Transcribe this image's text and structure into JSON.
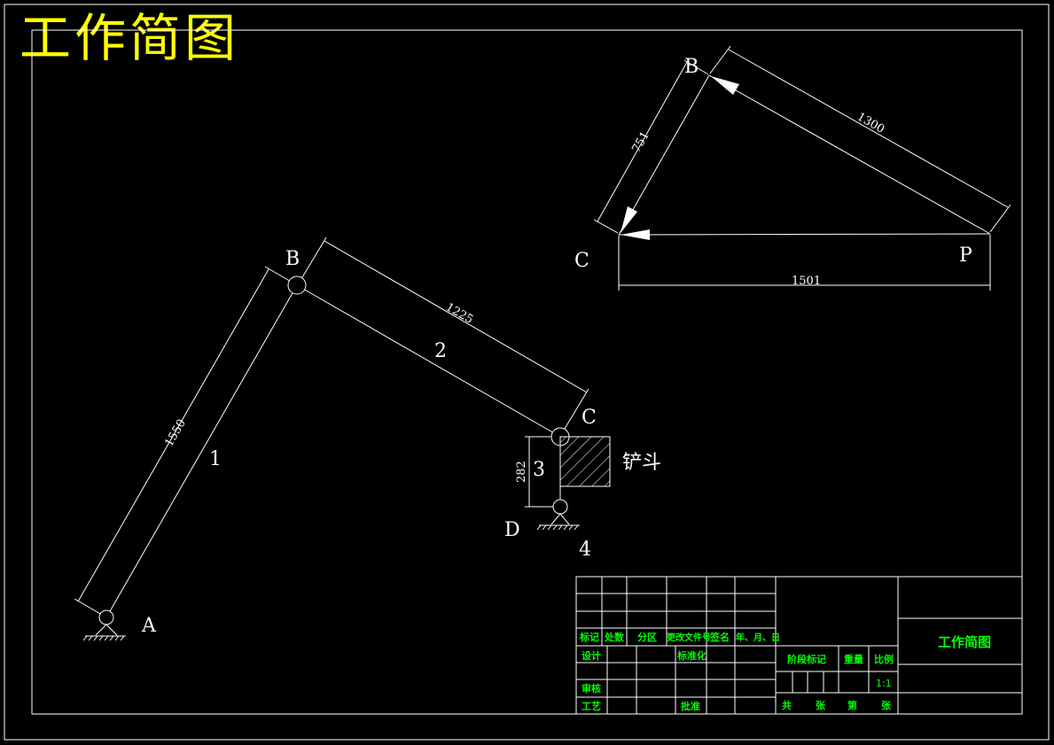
{
  "title": "工作简图",
  "main_diagram": {
    "joints": {
      "A": "A",
      "B": "B",
      "C": "C",
      "D": "D"
    },
    "links": {
      "l1": "1",
      "l2": "2",
      "l3": "3",
      "l4": "4"
    },
    "dims": {
      "ab": "1550",
      "bc": "1225",
      "cd": "282"
    },
    "bucket_label": "铲斗"
  },
  "triangle_diagram": {
    "points": {
      "B": "B",
      "C": "C",
      "P": "P"
    },
    "dims": {
      "bc": "751",
      "bp": "1300",
      "cp": "1501"
    }
  },
  "title_block": {
    "headers": [
      "标记",
      "处数",
      "分区",
      "更改文件号",
      "签名",
      "年、月、日"
    ],
    "design": "设计",
    "standardization": "标准化",
    "review": "审核",
    "process": "工艺",
    "approve": "批准",
    "stage_mark": "阶段标记",
    "weight": "重量",
    "scale_label": "比例",
    "scale_value": "1:1",
    "drawing_name": "工作简图",
    "sheet": [
      "共",
      "张",
      "第",
      "张"
    ]
  },
  "colors": {
    "background": "#000000",
    "lines": "#ffffff",
    "title": "#ffff00",
    "table_text": "#00ff00"
  }
}
